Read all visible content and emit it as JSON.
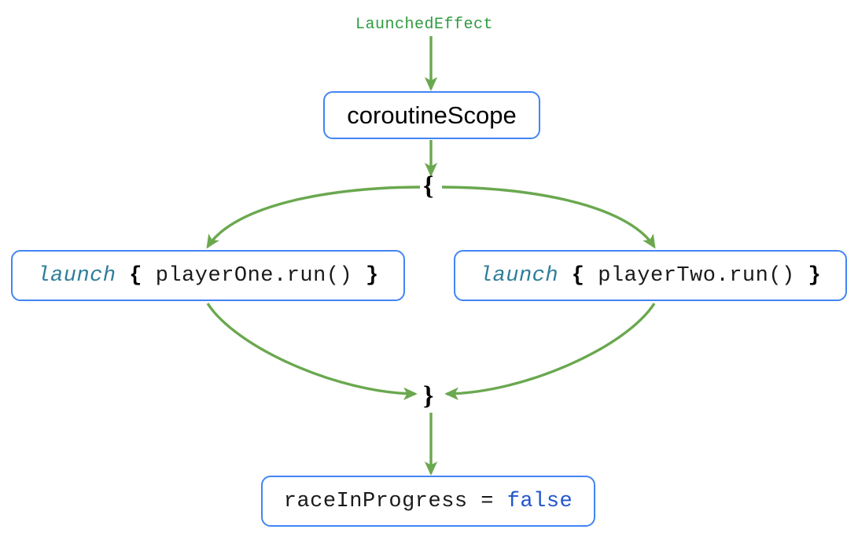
{
  "diagram": {
    "title": "LaunchedEffect coroutineScope flow",
    "colors": {
      "edge_green": "#6AA84F",
      "node_border_blue": "#4285F4",
      "keyword_blue": "#2E7D9A",
      "literal_blue": "#2255CC",
      "label_green": "#2E9B3F",
      "text_black": "#000000",
      "background": "#ffffff"
    },
    "entry_label": "LaunchedEffect",
    "scope_open_brace": "{",
    "scope_close_brace": "}",
    "nodes": {
      "coroutine_scope": {
        "label": "coroutineScope"
      },
      "launch_player_one": {
        "keyword": "launch",
        "open_brace": "{",
        "body": "playerOne.run()",
        "close_brace": "}"
      },
      "launch_player_two": {
        "keyword": "launch",
        "open_brace": "{",
        "body": "playerTwo.run()",
        "close_brace": "}"
      },
      "race_done": {
        "assignment": "raceInProgress = ",
        "value": "false"
      }
    },
    "edges": [
      {
        "name": "launchedeffect-to-scope",
        "from": "LaunchedEffect",
        "to": "coroutineScope",
        "style": "straight-arrow"
      },
      {
        "name": "scope-to-open-brace",
        "from": "coroutineScope",
        "to": "{",
        "style": "straight-arrow"
      },
      {
        "name": "open-brace-to-player-one",
        "from": "{",
        "to": "launch { playerOne.run() }",
        "style": "curve-arrow"
      },
      {
        "name": "open-brace-to-player-two",
        "from": "{",
        "to": "launch { playerTwo.run() }",
        "style": "curve-arrow"
      },
      {
        "name": "player-one-to-close-brace",
        "from": "launch { playerOne.run() }",
        "to": "}",
        "style": "curve-arrow"
      },
      {
        "name": "player-two-to-close-brace",
        "from": "launch { playerTwo.run() }",
        "to": "}",
        "style": "curve-arrow"
      },
      {
        "name": "close-brace-to-race-done",
        "from": "}",
        "to": "raceInProgress = false",
        "style": "straight-arrow"
      }
    ]
  }
}
